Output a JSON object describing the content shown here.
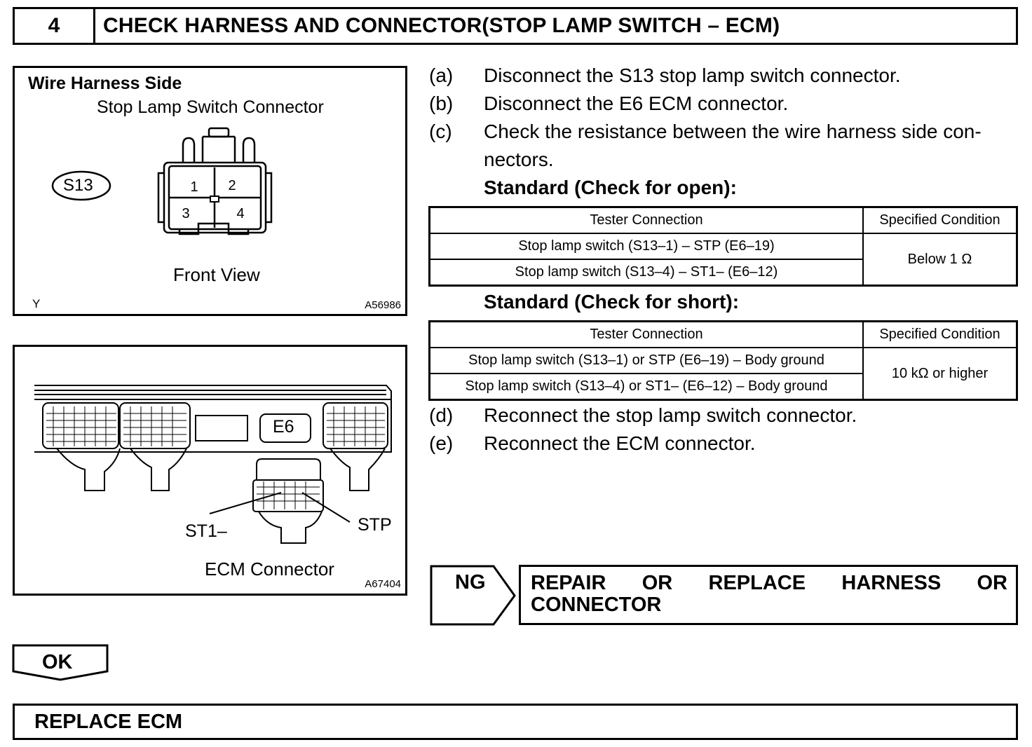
{
  "header": {
    "step_number": "4",
    "title": "CHECK HARNESS AND CONNECTOR(STOP LAMP SWITCH – ECM)"
  },
  "figure1": {
    "heading": "Wire Harness Side",
    "subheading": "Stop Lamp Switch Connector",
    "connector_code": "S13",
    "pins": [
      "1",
      "2",
      "3",
      "4"
    ],
    "view_label": "Front View",
    "corner_left": "Y",
    "figure_id": "A56986"
  },
  "figure2": {
    "connector_code": "E6",
    "label_st1": "ST1–",
    "label_stp": "STP",
    "caption": "ECM Connector",
    "figure_id": "A67404"
  },
  "steps": [
    {
      "letter": "(a)",
      "text": "Disconnect the S13 stop lamp switch connector."
    },
    {
      "letter": "(b)",
      "text": "Disconnect the E6 ECM connector."
    },
    {
      "letter": "(c)",
      "text": "Check the resistance between the wire harness side con-",
      "text2": "nectors."
    },
    {
      "letter": "(d)",
      "text": "Reconnect the stop lamp switch connector."
    },
    {
      "letter": "(e)",
      "text": "Reconnect the ECM connector."
    }
  ],
  "standard_open": {
    "title": "Standard (Check for open):",
    "col1": "Tester Connection",
    "col2": "Specified Condition",
    "rows": [
      "Stop lamp switch (S13–1) – STP (E6–19)",
      "Stop lamp switch (S13–4) – ST1– (E6–12)"
    ],
    "condition": "Below 1 Ω"
  },
  "standard_short": {
    "title": "Standard (Check for short):",
    "col1": "Tester Connection",
    "col2": "Specified Condition",
    "rows": [
      "Stop lamp switch (S13–1) or STP (E6–19) – Body ground",
      "Stop lamp switch (S13–4) or ST1– (E6–12) – Body ground"
    ],
    "condition": "10 kΩ or higher"
  },
  "ng": {
    "label": "NG",
    "result_line1": "REPAIR OR REPLACE HARNESS OR",
    "result_line2": "CONNECTOR"
  },
  "ok": {
    "label": "OK"
  },
  "final": {
    "text": "REPLACE ECM"
  }
}
